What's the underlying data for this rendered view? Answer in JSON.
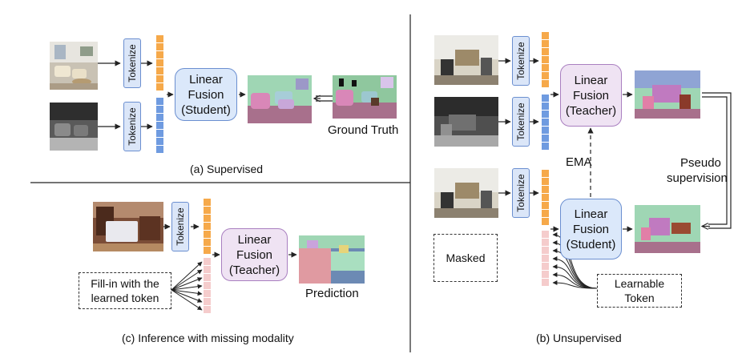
{
  "panels": {
    "supervised": "(a) Supervised",
    "missing": "(c) Inference with missing modality",
    "unsupervised": "(b) Unsupervised"
  },
  "tokenize": "Tokenize",
  "fusion": {
    "student": [
      "Linear",
      "Fusion",
      "(Student)"
    ],
    "teacher": [
      "Linear",
      "Fusion",
      "(Teacher)"
    ]
  },
  "labels": {
    "ground_truth": "Ground Truth",
    "prediction": "Prediction",
    "ema": "EMA",
    "pseudo_supervision": [
      "Pseudo",
      "supervision"
    ],
    "masked": "Masked",
    "fill_in": [
      "Fill-in with the",
      "learned token"
    ],
    "learnable_token": [
      "Learnable",
      "Token"
    ]
  },
  "colors": {
    "rgb_token": "#f6a94a",
    "depth_token": "#6f9be0",
    "learned_token": "#f5cccc",
    "student_fill": "#dbe8fa",
    "teacher_fill": "#efe3f3",
    "seg_green": "#9fd6b4",
    "seg_pink": "#d987b8",
    "seg_mauve": "#a8708c"
  }
}
